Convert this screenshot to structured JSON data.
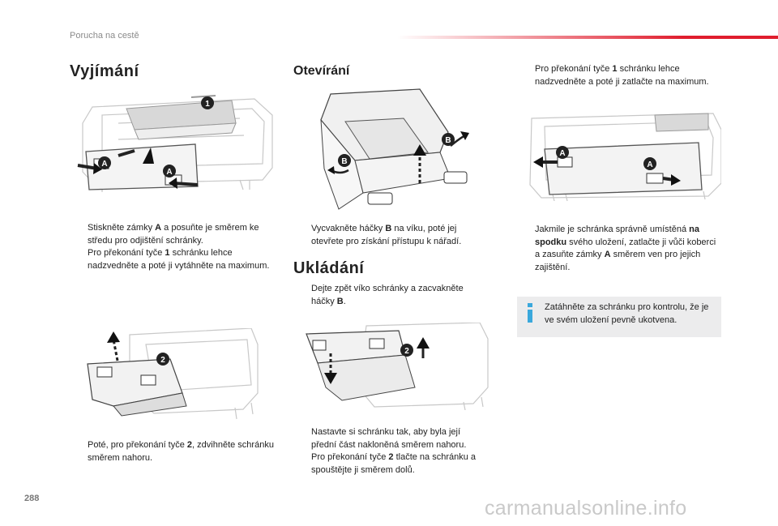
{
  "header": {
    "section": "Porucha na cestě"
  },
  "col1": {
    "title": "Vyjímání",
    "bullets_a": [
      {
        "pre": "Stiskněte zámky ",
        "bold": "A",
        "post": " a posuňte je směrem ke středu pro odjištění schránky."
      },
      {
        "pre": "Pro překonání tyče ",
        "bold": "1",
        "post": " schránku lehce nadzvedněte a poté ji vytáhněte na maximum."
      }
    ],
    "bullets_b": [
      {
        "pre": "Poté, pro překonání tyče ",
        "bold": "2",
        "post": ", zdvihněte schránku směrem nahoru."
      }
    ]
  },
  "col2": {
    "title_open": "Otevírání",
    "bullets_open": [
      {
        "pre": "Vycvakněte háčky ",
        "bold": "B",
        "post": " na víku, poté jej otevřete pro získání přístupu k nářadí."
      }
    ],
    "title_store": "Ukládání",
    "bullets_store": [
      {
        "pre": "Dejte zpět víko schránky a zacvakněte háčky ",
        "bold": "B",
        "post": "."
      }
    ],
    "bullets_c": [
      {
        "pre": "Nastavte si schránku tak, aby byla její přední část nakloněná směrem nahoru.",
        "bold": "",
        "post": ""
      },
      {
        "pre": "Pro překonání tyče ",
        "bold": "2",
        "post": " tlačte na schránku a spouštějte ji směrem dolů."
      }
    ]
  },
  "col3": {
    "bullets_top": [
      {
        "pre": "Pro překonání tyče ",
        "bold": "1",
        "post": " schránku lehce nadzvedněte a poté ji zatlačte na maximum."
      }
    ],
    "bullets_mid": [
      {
        "pre": "Jakmile je schránka správně umístěná ",
        "bold": "na spodku",
        "post": " svého uložení, zatlačte ji vůči koberci a zasuňte zámky ",
        "bold2": "A",
        "post2": " směrem ven pro jejich zajištění."
      }
    ],
    "info": "Zatáhněte za schránku pro kontrolu, že je ve svém uložení pevně ukotvena."
  },
  "labels": {
    "A": "A",
    "B": "B",
    "one": "1",
    "two": "2"
  },
  "marker": "",
  "footer": {
    "page": "288",
    "watermark": "carmanualsonline.info"
  },
  "colors": {
    "accent": "#e01e2e",
    "info_icon": "#3aa8dc",
    "info_bg": "#ececed"
  }
}
